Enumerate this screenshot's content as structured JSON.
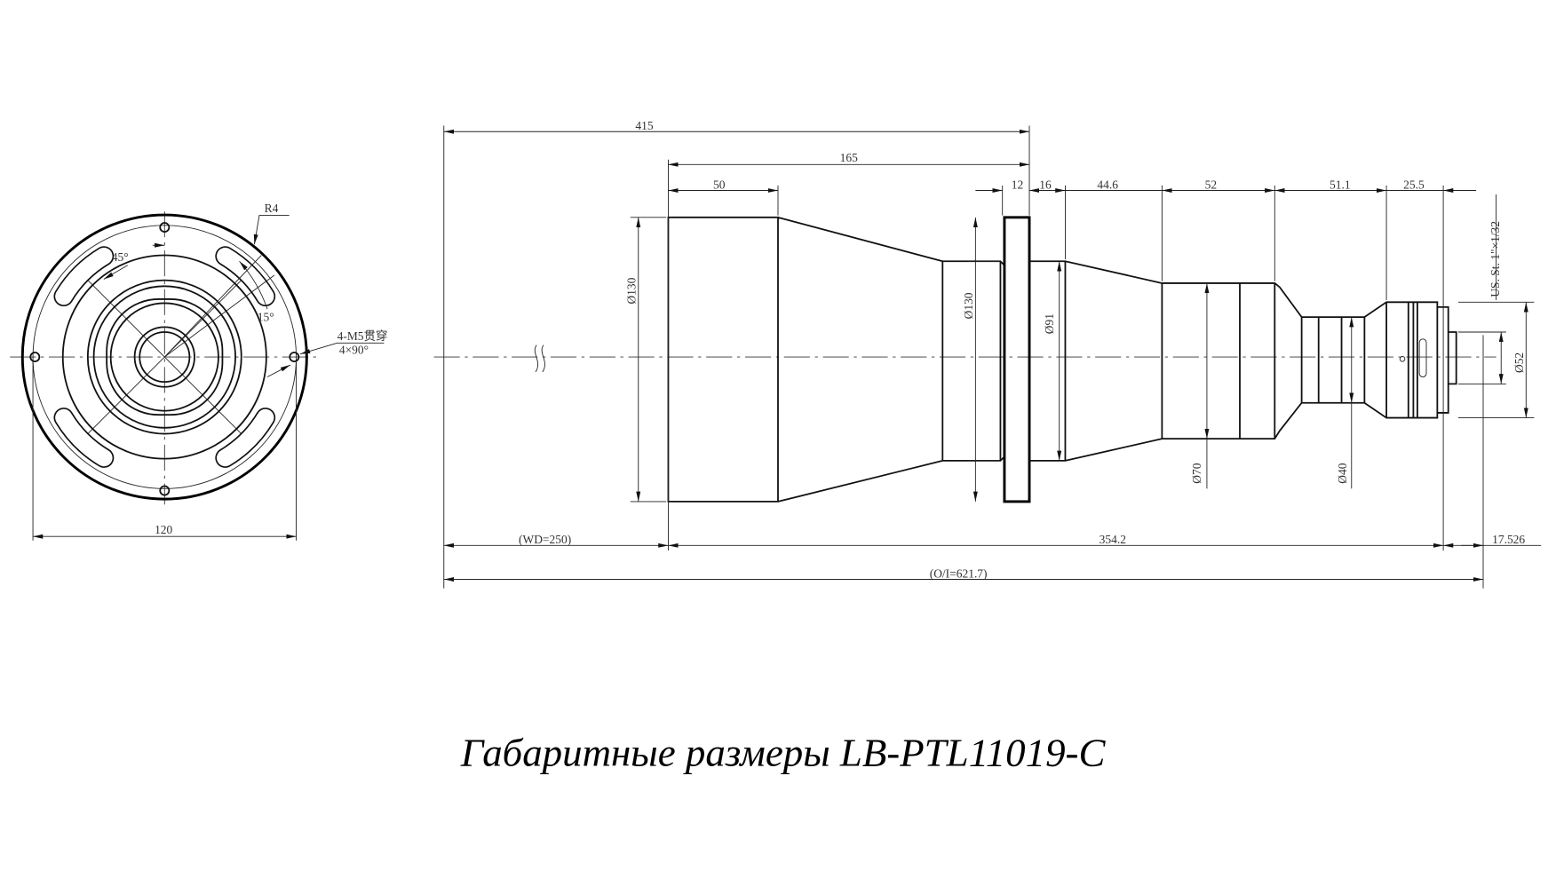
{
  "title": "Габаритные размеры LB-PTL11019-C",
  "front_view": {
    "angle_45": "45°",
    "angle_15": "15°",
    "radius": "R4",
    "holes_line1": "4-M5贯穿",
    "holes_line2": "4×90°",
    "diameter_120": "120"
  },
  "side_view": {
    "dims_top": {
      "d415": "415",
      "d165": "165",
      "d50": "50",
      "d12": "12",
      "d16": "16",
      "d44_6": "44.6",
      "d52": "52",
      "d51_1": "51.1",
      "d25_5": "25.5"
    },
    "diameters": {
      "body": "Ø130",
      "neck": "Ø130",
      "d91": "Ø91",
      "d70": "Ø70",
      "d40": "Ø40",
      "d52": "Ø52"
    },
    "thread": "US. St. 1\"×1/32",
    "dims_bottom": {
      "wd": "(WD=250)",
      "d354_2": "354.2",
      "d17_526": "17.526",
      "oi": "(O/I=621.7)"
    }
  },
  "colors": {
    "line": "#111111",
    "background": "#ffffff"
  }
}
